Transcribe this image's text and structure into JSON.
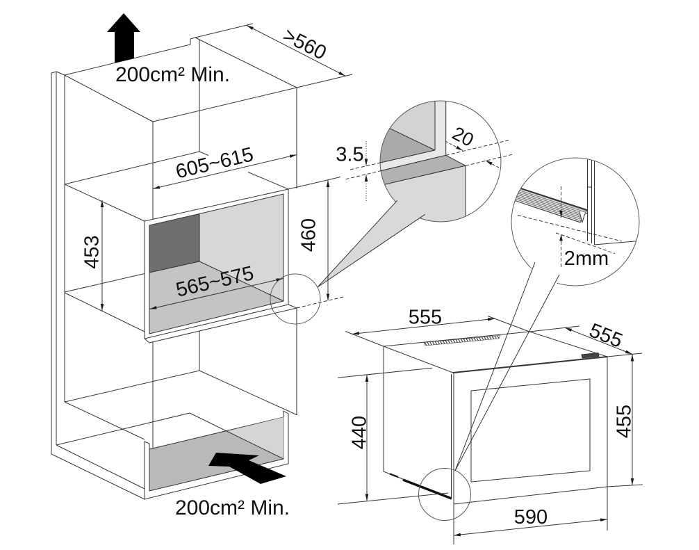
{
  "cabinet": {
    "top_vent": {
      "label": "200cm² Min.",
      "icon": "airflow-up-arrow-icon"
    },
    "bottom_vent": {
      "label": "200cm² Min.",
      "icon": "airflow-inlet-arrow-icon"
    },
    "dimensions": {
      "depth": ">560",
      "opening_outer_width": "605~615",
      "opening_inner_width": "565~575",
      "opening_height_side": "453",
      "opening_height_front": "460"
    }
  },
  "detail_frame_gap": {
    "gap": "3.5",
    "overlap": "20"
  },
  "detail_bottom_clearance": {
    "clearance": "2mm"
  },
  "appliance": {
    "dimensions": {
      "body_width": "555",
      "body_depth": "555",
      "body_height": "440",
      "front_height": "455",
      "front_width": "590"
    }
  },
  "colors": {
    "line": "#333333",
    "arrow": "#000000",
    "niche_back_wall": "#6f6f6f",
    "niche_side_wall": "#d7d7d7",
    "niche_floor": "#c4c4c4",
    "plinth_floor": "#b9b9b9",
    "plinth_side": "#d5d5d5",
    "detail_cabinet_panel": "#d3d3d3",
    "detail_panel_shadow": "#aaaaaa",
    "detail_gap_strip": "#e8e8e8",
    "detail_oven_frame": "#b2b2b2",
    "detail_oven_front": "#d9d9d9",
    "hinge": "#444444"
  }
}
